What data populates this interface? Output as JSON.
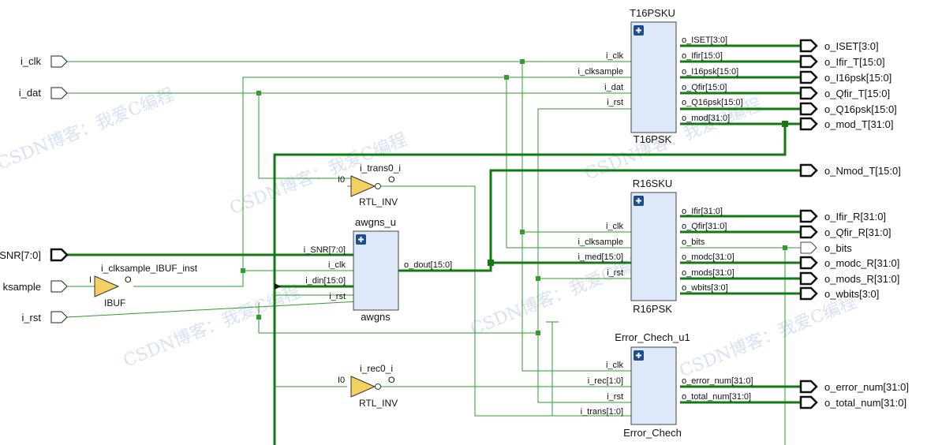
{
  "colors": {
    "wire": "#2e9e2e",
    "bus": "#117a11",
    "block_fill": "#dde9f8",
    "block_stroke": "#444444",
    "text": "#111111",
    "watermark": "#b9c8ec",
    "plus_fill": "#1f4e8f"
  },
  "watermark_text": "CSDN博客：我爱C编程",
  "top_ports": [
    {
      "id": "i_clk",
      "label": "i_clk"
    },
    {
      "id": "i_dat",
      "label": "i_dat"
    },
    {
      "id": "i_snr",
      "label": "SNR[7:0]"
    },
    {
      "id": "i_clksample",
      "label": "ksample"
    },
    {
      "id": "i_rst",
      "label": "i_rst"
    }
  ],
  "out_ports": [
    {
      "id": "o_iset",
      "label": "o_ISET[3:0]"
    },
    {
      "id": "o_ifir_t",
      "label": "o_Ifir_T[15:0]"
    },
    {
      "id": "o_i16psk",
      "label": "o_I16psk[15:0]"
    },
    {
      "id": "o_qfir_t",
      "label": "o_Qfir_T[15:0]"
    },
    {
      "id": "o_q16psk",
      "label": "o_Q16psk[15:0]"
    },
    {
      "id": "o_mod_t",
      "label": "o_mod_T[31:0]"
    },
    {
      "id": "o_nmod_t",
      "label": "o_Nmod_T[15:0]"
    },
    {
      "id": "o_ifir_r",
      "label": "o_Ifir_R[31:0]"
    },
    {
      "id": "o_qfir_r",
      "label": "o_Qfir_R[31:0]"
    },
    {
      "id": "o_bits",
      "label": "o_bits"
    },
    {
      "id": "o_modc_r",
      "label": "o_modc_R[31:0]"
    },
    {
      "id": "o_mods_r",
      "label": "o_mods_R[31:0]"
    },
    {
      "id": "o_wbits",
      "label": "o_wbits[3:0]"
    },
    {
      "id": "o_error_num",
      "label": "o_error_num[31:0]"
    },
    {
      "id": "o_total_num",
      "label": "o_total_num[31:0]"
    }
  ],
  "blocks": [
    {
      "id": "t16psku",
      "instance": "T16PSKU",
      "cell": "T16PSK",
      "inputs": [
        "i_clk",
        "i_clksample",
        "i_dat",
        "i_rst"
      ],
      "outputs": [
        "o_ISET[3:0]",
        "o_Ifir[15:0]",
        "o_I16psk[15:0]",
        "o_Qfir[15:0]",
        "o_Q16psk[15:0]",
        "o_mod[31:0]"
      ]
    },
    {
      "id": "r16sku",
      "instance": "R16SKU",
      "cell": "R16PSK",
      "inputs": [
        "i_clk",
        "i_clksample",
        "i_med[15:0]",
        "i_rst"
      ],
      "outputs": [
        "o_Ifir[31:0]",
        "o_Qfir[31:0]",
        "o_bits",
        "o_modc[31:0]",
        "o_mods[31:0]",
        "o_wbits[3:0]"
      ]
    },
    {
      "id": "awgns_u",
      "instance": "awgns_u",
      "cell": "awgns",
      "inputs": [
        "i_SNR[7:0]",
        "i_clk",
        "i_din[15:0]",
        "i_rst"
      ],
      "outputs": [
        "o_dout[15:0]"
      ]
    },
    {
      "id": "error_chech_u1",
      "instance": "Error_Chech_u1",
      "cell": "Error_Chech",
      "inputs": [
        "i_clk",
        "i_rec[1:0]",
        "i_rst",
        "i_trans[1:0]"
      ],
      "outputs": [
        "o_error_num[31:0]",
        "o_total_num[31:0]"
      ]
    }
  ],
  "gates": [
    {
      "id": "i_trans0_i",
      "instance": "i_trans0_i",
      "cell": "RTL_INV",
      "in_pin": "I0",
      "out_pin": "O"
    },
    {
      "id": "i_rec0_i",
      "instance": "i_rec0_i",
      "cell": "RTL_INV",
      "in_pin": "I0",
      "out_pin": "O"
    },
    {
      "id": "ibuf",
      "instance": "i_clksample_IBUF_inst",
      "cell": "IBUF",
      "in_pin": "I",
      "out_pin": "O"
    }
  ]
}
